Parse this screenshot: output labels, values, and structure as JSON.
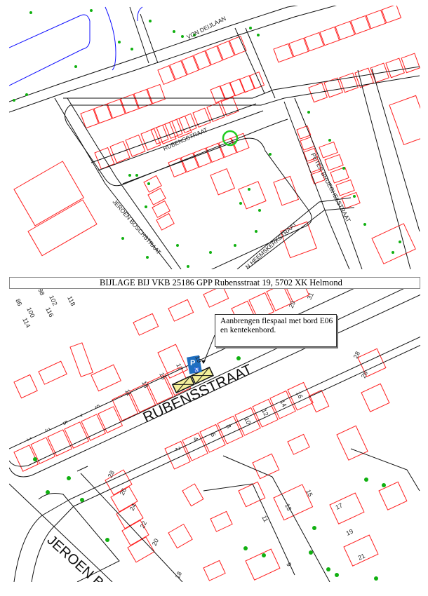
{
  "caption": "BIJLAGE BIJ VKB 25186 GPP Rubensstraat 19, 5702 XK Helmond",
  "top_map": {
    "streets": {
      "von_deijlaan": "VON DEIJLAAN",
      "rubensstraat": "RUBENSSTRAAT",
      "peter_brueghelstraat": "PETER BRUEGHELSTRAAT",
      "jeroen_boschstraat": "JEROEN BOSCHSTRAAT",
      "heemskerkstraat": "N HEEMSKERKSTRAAT"
    },
    "marker_color": "#22cc22"
  },
  "bottom_map": {
    "street_rubensstraat": "RUBENSSTRAAT",
    "street_jeroen": "JEROEN B",
    "callout": {
      "line1": "Aanbrengen flespaal met bord E06",
      "line2": "en kentekenbord."
    },
    "parking_sign": "P",
    "house_numbers": [
      "1",
      "3",
      "5",
      "7",
      "9",
      "11",
      "13",
      "15",
      "17",
      "19",
      "2",
      "4",
      "6",
      "8",
      "10",
      "12",
      "14",
      "16",
      "28",
      "26",
      "29",
      "31",
      "28",
      "26",
      "24",
      "22",
      "20",
      "18",
      "15",
      "13",
      "11",
      "9",
      "17",
      "19",
      "21",
      "86",
      "98",
      "100",
      "102",
      "114",
      "116",
      "118"
    ]
  },
  "colors": {
    "building": "#ff2020",
    "road": "#111111",
    "water": "#1010ff",
    "tree": "#10b010",
    "sign": "#1f6fc0",
    "parking_box": "#f3ef9a"
  }
}
